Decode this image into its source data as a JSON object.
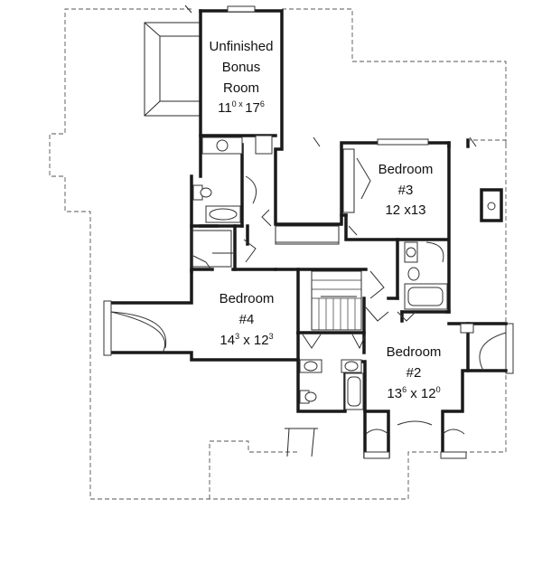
{
  "rooms": [
    {
      "id": "bonus",
      "lines": [
        "Unfinished",
        "Bonus",
        "Room"
      ],
      "dim_main": "11",
      "dim_main_sup": "0",
      "dim_sep": " x ",
      "dim_second": "17",
      "dim_second_sup": "6"
    },
    {
      "id": "bedroom3",
      "lines": [
        "Bedroom",
        "#3"
      ],
      "dim": "12 x13"
    },
    {
      "id": "bedroom4",
      "lines": [
        "Bedroom",
        "#4"
      ],
      "dim_main": "14",
      "dim_main_sup": "3",
      "dim_sep": " x ",
      "dim_second": "12",
      "dim_second_sup": "3"
    },
    {
      "id": "bedroom2",
      "lines": [
        "Bedroom",
        "#2"
      ],
      "dim_main": "13",
      "dim_main_sup": "6",
      "dim_sep": " x ",
      "dim_second": "12",
      "dim_second_sup": "0"
    }
  ]
}
